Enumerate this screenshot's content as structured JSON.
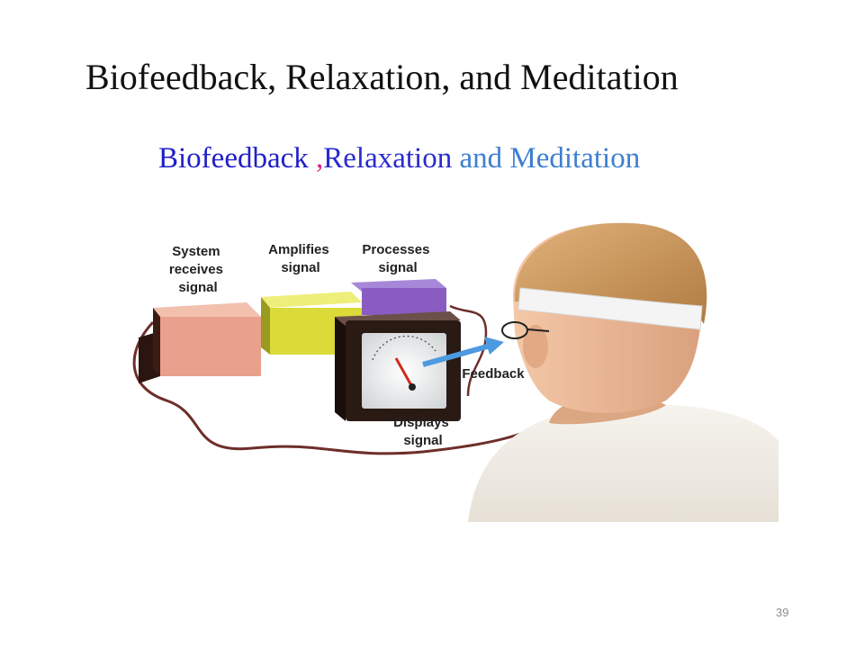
{
  "slide": {
    "title": "Biofeedback, Relaxation, and Meditation",
    "subtitle": {
      "part1": "Biofeedback ",
      "comma": ",",
      "part2": "Relaxation",
      "part3": " and Meditation"
    },
    "page_number": "39"
  },
  "illustration": {
    "labels": {
      "system": [
        "System",
        "receives",
        "signal"
      ],
      "amplifies": [
        "Amplifies",
        "signal"
      ],
      "processes": [
        "Processes",
        "signal"
      ],
      "feedback": "Feedback",
      "displays": [
        "Displays",
        "signal"
      ]
    },
    "colors": {
      "box_pink": "#e9a08c",
      "box_yellow": "#dada38",
      "box_purple": "#8a5cc2",
      "monitor": "#2a1a14",
      "cable": "#6e2e2a",
      "arrow": "#4d9ae0",
      "needle": "#d42a1a",
      "skin": "#e8b898",
      "hair": "#c9985c",
      "shirt": "#f1ede6",
      "headband": "#f4f4f4"
    }
  }
}
